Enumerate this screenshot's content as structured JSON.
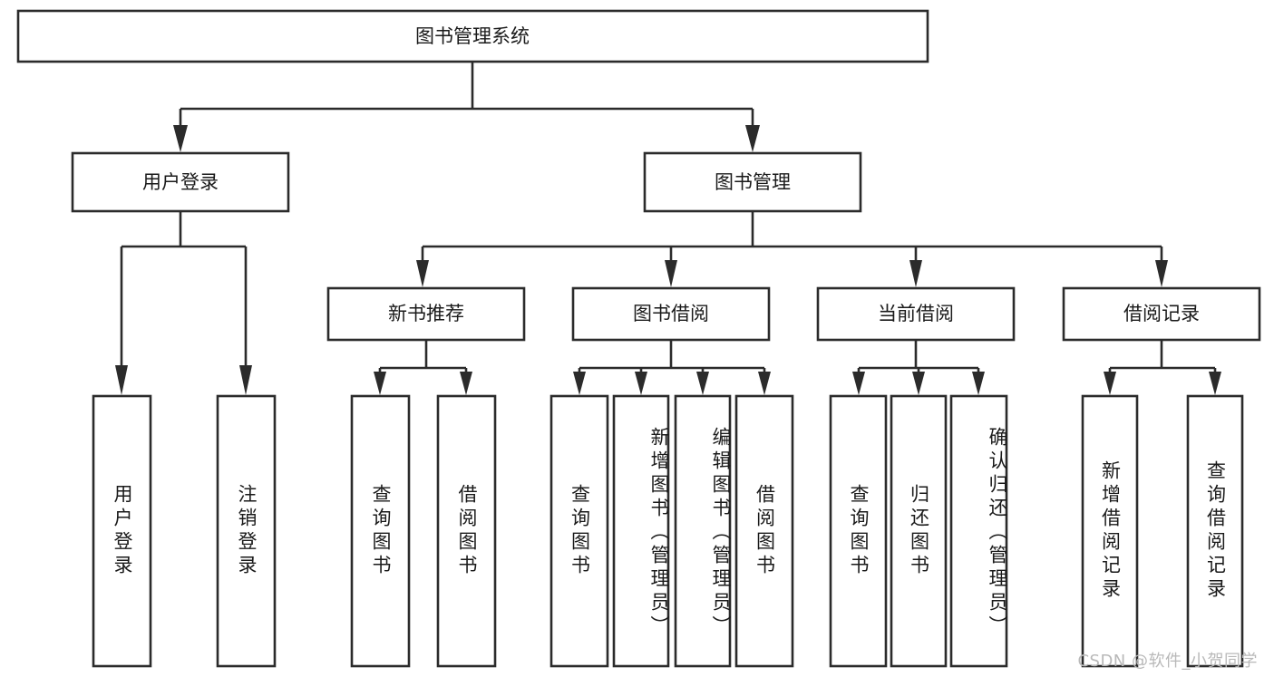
{
  "diagram": {
    "type": "tree",
    "title": "图书管理系统",
    "orientation": "top-down",
    "colors": {
      "box_stroke": "#2b2b2b",
      "box_fill": "#ffffff",
      "text": "#1a1a1a",
      "background": "#ffffff",
      "watermark": "#b9b9b9"
    },
    "root": {
      "label": "图书管理系统"
    },
    "level1": [
      {
        "label": "用户登录"
      },
      {
        "label": "图书管理"
      }
    ],
    "level2": [
      {
        "label": "新书推荐"
      },
      {
        "label": "图书借阅"
      },
      {
        "label": "当前借阅"
      },
      {
        "label": "借阅记录"
      }
    ],
    "leaves": {
      "user_login": [
        {
          "label": "用户登录"
        },
        {
          "label": "注销登录"
        }
      ],
      "new_book_recommend": [
        {
          "label": "查询图书"
        },
        {
          "label": "借阅图书"
        }
      ],
      "book_borrow": [
        {
          "label": "查询图书"
        },
        {
          "label": "新增图书（管理员）"
        },
        {
          "label": "编辑图书（管理员）"
        },
        {
          "label": "借阅图书"
        }
      ],
      "current_borrow": [
        {
          "label": "查询图书"
        },
        {
          "label": "归还图书"
        },
        {
          "label": "确认归还（管理员）"
        }
      ],
      "borrow_record": [
        {
          "label": "新增借阅记录"
        },
        {
          "label": "查询借阅记录"
        }
      ]
    },
    "watermark": "CSDN @软件_小贺同学"
  }
}
